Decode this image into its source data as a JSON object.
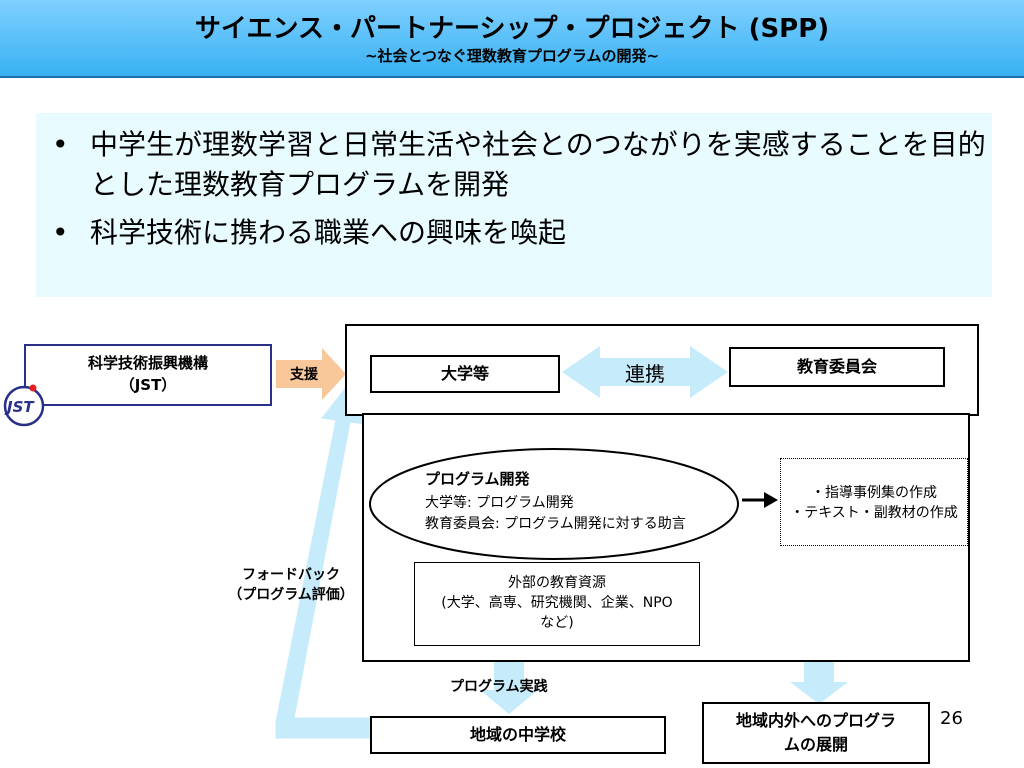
{
  "header": {
    "title": "サイエンス・パートナーシップ・プロジェクト (SPP)",
    "subtitle": "~社会とつなぐ理数教育プログラムの開発~"
  },
  "bullets": [
    {
      "mark": "•",
      "text": "中学生が理数学習と日常生活や社会とのつながりを実感することを目的とした理数教育プログラムを開発"
    },
    {
      "mark": "•",
      "text": "科学技術に携わる職業への興味を喚起"
    }
  ],
  "diagram": {
    "jst": {
      "line1": "科学技術振興機構",
      "line2": "（JST）",
      "logo_text": "JST"
    },
    "support_label": "支援",
    "university": "大学等",
    "collaboration": "連携",
    "education_board": "教育委員会",
    "program_development": {
      "title": "プログラム開発",
      "line1": "大学等: プログラム開発",
      "line2": "教育委員会: プログラム開発に対する助言"
    },
    "outputs": {
      "line1": "・指導事例集の作成",
      "line2": "・テキスト・副教材の作成"
    },
    "external": {
      "line1": "外部の教育資源",
      "line2": "(大学、高専、研究機関、企業、NPO",
      "line3": "など)"
    },
    "feedback": {
      "line1": "フォードバック",
      "line2": "（プログラム評価）"
    },
    "practice_label": "プログラム実践",
    "school": "地域の中学校",
    "deployment": {
      "line1": "地域内外へのプログラ",
      "line2": "ムの展開"
    }
  },
  "colors": {
    "header_bg": "#39b1f3",
    "bullet_box_bg": "#e8fbff",
    "support_arrow": "#f8c79a",
    "light_blue_arrow": "#c6ebfb",
    "jst_blue": "#2a2f8a",
    "jst_red": "#e02020"
  },
  "page_number": "26"
}
